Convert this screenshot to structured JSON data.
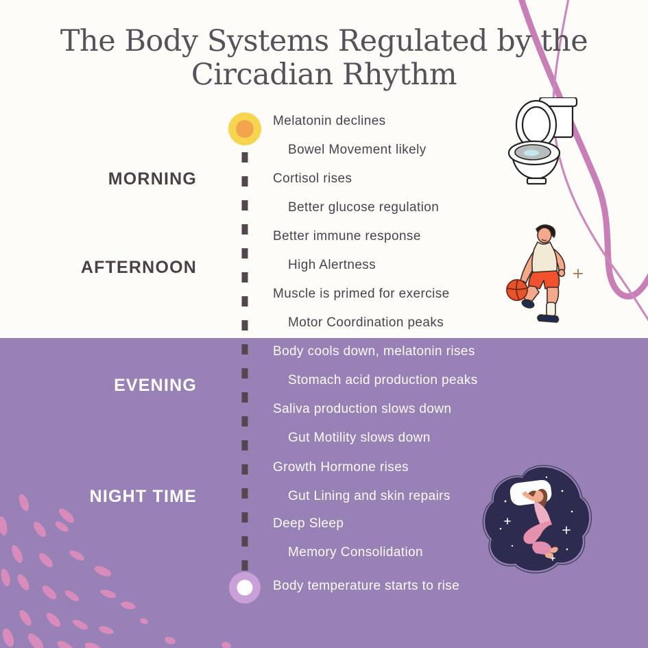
{
  "title": {
    "line1": "The Body Systems Regulated by the",
    "line2": "Circadian Rhythm"
  },
  "sections": {
    "morning": {
      "label": "MORNING"
    },
    "afternoon": {
      "label": "AFTERNOON"
    },
    "evening": {
      "label": "EVENING"
    },
    "night": {
      "label": "NIGHT TIME"
    }
  },
  "timeline": {
    "start_marker": "sun-node",
    "end_marker": "sunrise-node",
    "items": [
      {
        "text": "Melatonin declines",
        "indent": false,
        "period": "morning"
      },
      {
        "text": "Bowel Movement likely",
        "indent": true,
        "period": "morning"
      },
      {
        "text": "Cortisol rises",
        "indent": false,
        "period": "morning"
      },
      {
        "text": "Better glucose regulation",
        "indent": true,
        "period": "morning"
      },
      {
        "text": "Better immune response",
        "indent": false,
        "period": "afternoon"
      },
      {
        "text": "High Alertness",
        "indent": true,
        "period": "afternoon"
      },
      {
        "text": "Muscle is primed for exercise",
        "indent": false,
        "period": "afternoon"
      },
      {
        "text": "Motor Coordination peaks",
        "indent": true,
        "period": "afternoon"
      },
      {
        "text": "Body cools down, melatonin rises",
        "indent": false,
        "period": "evening"
      },
      {
        "text": "Stomach acid production peaks",
        "indent": true,
        "period": "evening"
      },
      {
        "text": "Saliva production slows down",
        "indent": false,
        "period": "evening"
      },
      {
        "text": "Gut Motility slows down",
        "indent": true,
        "period": "evening"
      },
      {
        "text": "Growth Hormone rises",
        "indent": false,
        "period": "night"
      },
      {
        "text": "Gut Lining and skin repairs",
        "indent": true,
        "period": "night"
      },
      {
        "text": "Deep Sleep",
        "indent": false,
        "period": "night"
      },
      {
        "text": "Memory Consolidation",
        "indent": true,
        "period": "night"
      },
      {
        "text": "Body temperature starts to rise",
        "indent": false,
        "period": "night"
      }
    ]
  },
  "illustrations": [
    "toilet-icon",
    "basketball-player-icon",
    "sleeping-person-icon"
  ],
  "colors": {
    "background_top": "#fefcf8",
    "background_bottom": "#9781b5",
    "text_dark": "#4a424d",
    "text_light": "#fdfafb",
    "dash": "#54464e",
    "sun_outer": "#f8d54e",
    "sun_inner": "#f2a54d",
    "end_node_outer": "#c9a0d8",
    "end_node_inner": "#ffffff",
    "accent_pink": "#c77fb6",
    "confetti_pink": "#d88cbb",
    "night_blob": "#2d2b4e"
  }
}
